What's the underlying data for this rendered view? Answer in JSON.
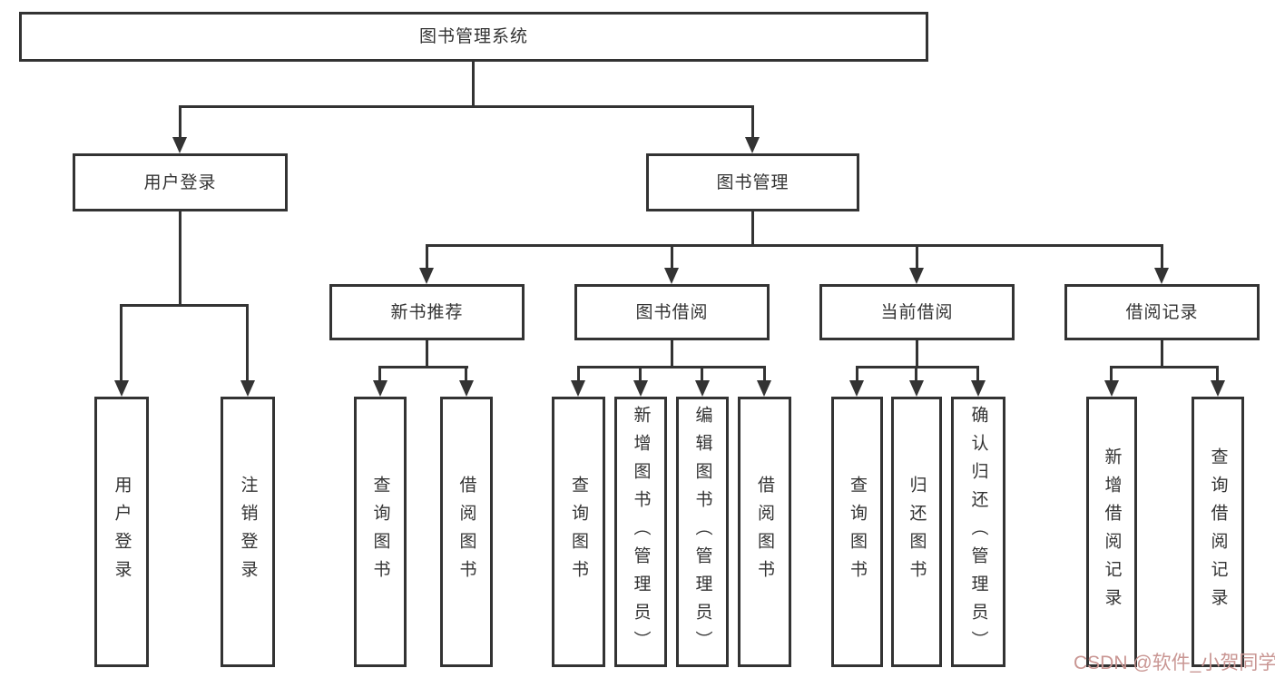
{
  "diagram": {
    "root": {
      "label": "图书管理系统"
    },
    "level2": {
      "user_login": {
        "label": "用户登录"
      },
      "book_management": {
        "label": "图书管理"
      }
    },
    "level3": {
      "new_books": {
        "label": "新书推荐"
      },
      "book_borrow": {
        "label": "图书借阅"
      },
      "current_borrow": {
        "label": "当前借阅"
      },
      "borrow_records": {
        "label": "借阅记录"
      }
    },
    "leaves": {
      "user_login": [
        "用户登录",
        "注销登录"
      ],
      "new_books": [
        "查询图书",
        "借阅图书"
      ],
      "book_borrow": [
        "查询图书",
        "新增图书（管理员）",
        "编辑图书（管理员）",
        "借阅图书"
      ],
      "current_borrow": [
        "查询图书",
        "归还图书",
        "确认归还（管理员）"
      ],
      "borrow_records": [
        "新增借阅记录",
        "查询借阅记录"
      ]
    }
  },
  "watermark": {
    "text": "CSDN @软件_小贺同学",
    "color": "#c99693"
  },
  "colors": {
    "line": "#333333",
    "border": "#333333",
    "text": "#333333",
    "background": "#ffffff"
  }
}
